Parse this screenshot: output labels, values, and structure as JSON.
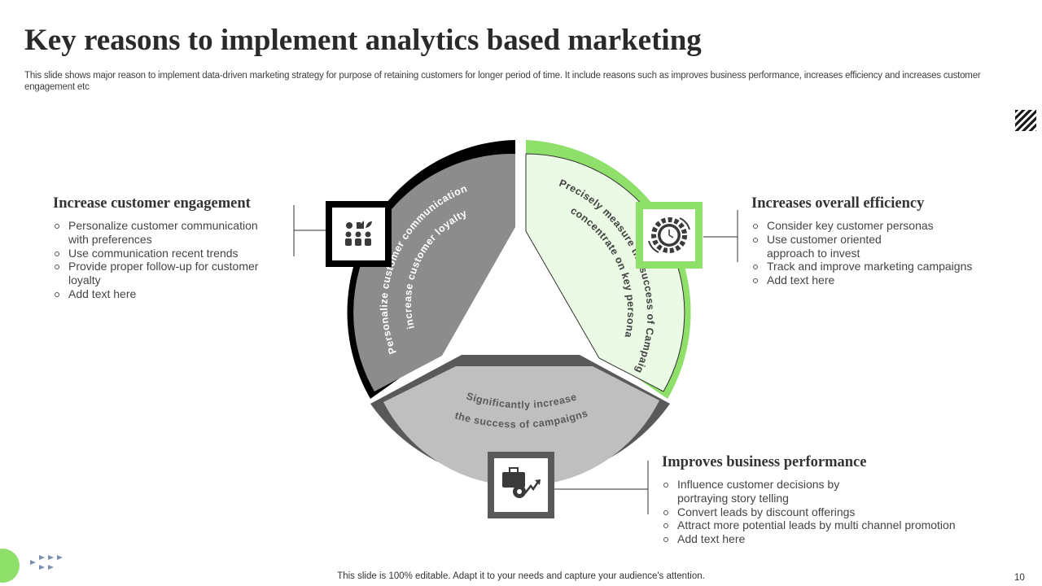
{
  "title": "Key reasons to implement analytics based marketing",
  "subtitle": "This slide shows major reason to implement data-driven marketing strategy for purpose of retaining customers for longer period of time. It include reasons such as improves business performance, increases efficiency and increases customer engagement etc",
  "segments": {
    "left": {
      "line1": "Personalize customer communication",
      "line2": "increase customer loyalty"
    },
    "right": {
      "line1": "Precisely measure the success of Campaigns",
      "line2": "concentrate on key personas"
    },
    "bottom": {
      "line1": "Significantly increase",
      "line2": "the success of campaigns"
    }
  },
  "sections": {
    "engagement": {
      "heading": "Increase customer engagement",
      "items": [
        "Personalize customer communication with preferences",
        "Use communication recent trends",
        "Provide proper follow-up for customer loyalty",
        "Add text here"
      ]
    },
    "efficiency": {
      "heading": "Increases overall efficiency",
      "items": [
        "Consider key customer personas",
        "Use customer oriented approach to invest",
        "Track and improve marketing campaigns",
        "Add text here"
      ]
    },
    "performance": {
      "heading": "Improves business performance",
      "items": [
        "Influence customer decisions by portraying story telling",
        "Convert leads by discount offerings",
        "Attract more potential leads by multi channel promotion",
        "Add text here"
      ]
    }
  },
  "icons": {
    "left": "team-engagement-icon",
    "right": "clock-gear-efficiency-icon",
    "bottom": "briefcase-growth-icon"
  },
  "colors": {
    "black": "#000000",
    "dark_grey": "#595959",
    "mid_grey": "#8c8c8c",
    "light_grey": "#bfbfbf",
    "green": "#8ee06b",
    "light_green": "#eafae4"
  },
  "footer": "This slide is 100% editable. Adapt it to your needs and capture your audience's attention.",
  "page_number": "10"
}
